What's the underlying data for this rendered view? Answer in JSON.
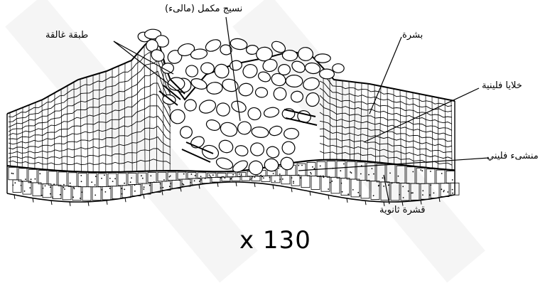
{
  "labels": {
    "complementary_tissue": "نسيج مكمل (مالىء)",
    "closing_layer": "طبقة غالقة",
    "epidermis": "بشرة",
    "cork_cells": "خلايا فلينية",
    "phellogen": "منشىء فليني",
    "phelloderm": "قشرة ثانوية"
  },
  "magnification": "x 130",
  "colors": {
    "ink": "#000000",
    "background": "#ffffff",
    "watermark": "#d9d9d9"
  }
}
